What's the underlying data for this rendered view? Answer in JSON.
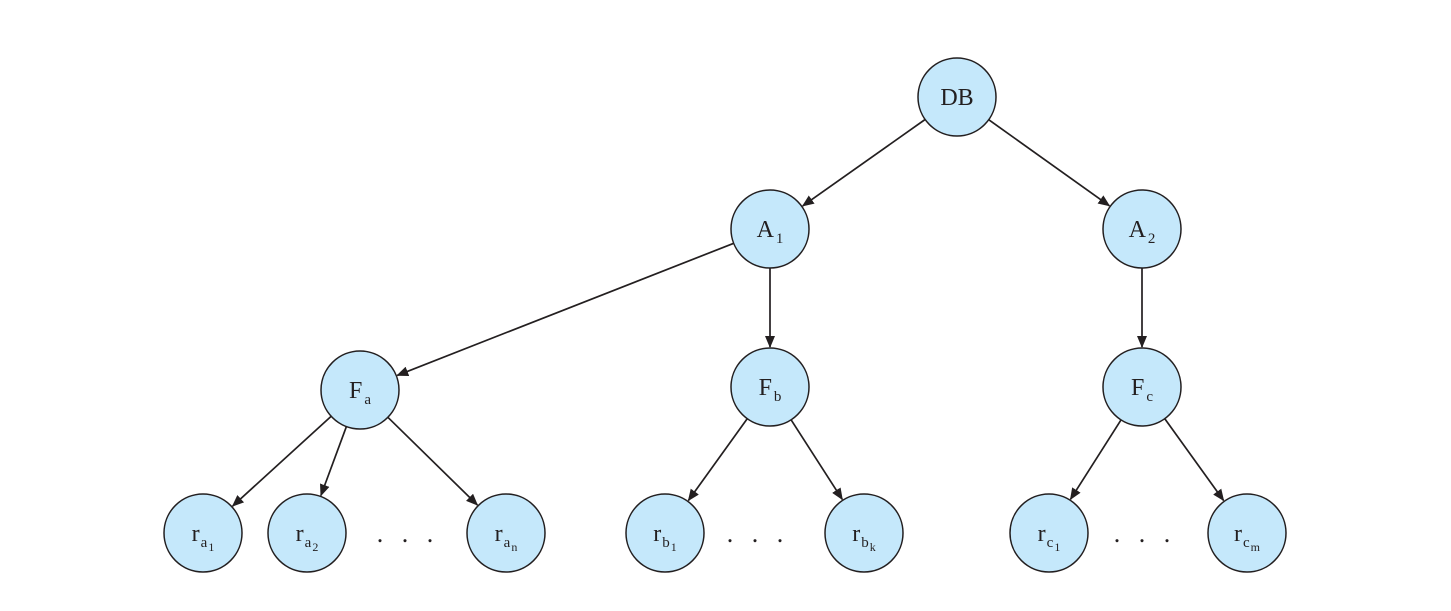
{
  "colors": {
    "node_fill": "#c5e8fb",
    "stroke": "#231f20"
  },
  "nodes": [
    {
      "id": "DB",
      "base": "DB",
      "sub": "",
      "subsub": ""
    },
    {
      "id": "A1",
      "base": "A",
      "sub": "1",
      "subsub": ""
    },
    {
      "id": "A2",
      "base": "A",
      "sub": "2",
      "subsub": ""
    },
    {
      "id": "Fa",
      "base": "F",
      "sub": "a",
      "subsub": ""
    },
    {
      "id": "Fb",
      "base": "F",
      "sub": "b",
      "subsub": ""
    },
    {
      "id": "Fc",
      "base": "F",
      "sub": "c",
      "subsub": ""
    },
    {
      "id": "ra1",
      "base": "r",
      "sub": "a",
      "subsub": "1"
    },
    {
      "id": "ra2",
      "base": "r",
      "sub": "a",
      "subsub": "2"
    },
    {
      "id": "ran",
      "base": "r",
      "sub": "a",
      "subsub": "n"
    },
    {
      "id": "rb1",
      "base": "r",
      "sub": "b",
      "subsub": "1"
    },
    {
      "id": "rbk",
      "base": "r",
      "sub": "b",
      "subsub": "k"
    },
    {
      "id": "rc1",
      "base": "r",
      "sub": "c",
      "subsub": "1"
    },
    {
      "id": "rcm",
      "base": "r",
      "sub": "c",
      "subsub": "m"
    }
  ],
  "edges": [
    [
      "DB",
      "A1"
    ],
    [
      "DB",
      "A2"
    ],
    [
      "A1",
      "Fa"
    ],
    [
      "A1",
      "Fb"
    ],
    [
      "A2",
      "Fc"
    ],
    [
      "Fa",
      "ra1"
    ],
    [
      "Fa",
      "ra2"
    ],
    [
      "Fa",
      "ran"
    ],
    [
      "Fb",
      "rb1"
    ],
    [
      "Fb",
      "rbk"
    ],
    [
      "Fc",
      "rc1"
    ],
    [
      "Fc",
      "rcm"
    ]
  ],
  "ellipses": [
    {
      "id": "dots-a",
      "text": ". . ."
    },
    {
      "id": "dots-b",
      "text": ". . ."
    },
    {
      "id": "dots-c",
      "text": ". . ."
    }
  ]
}
